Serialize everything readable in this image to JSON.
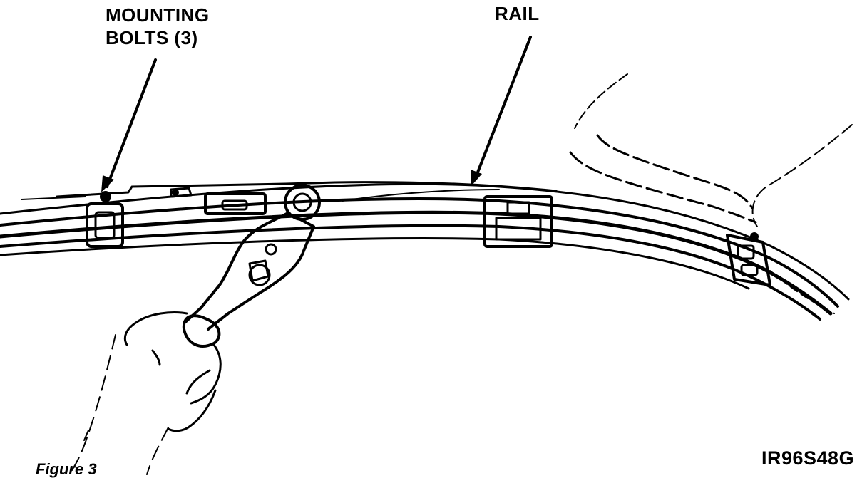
{
  "labels": {
    "mounting_line1": "MOUNTING",
    "mounting_line2": "BOLTS (3)",
    "rail": "RAIL",
    "figure": "Figure 3",
    "code": "IR96S48G"
  }
}
